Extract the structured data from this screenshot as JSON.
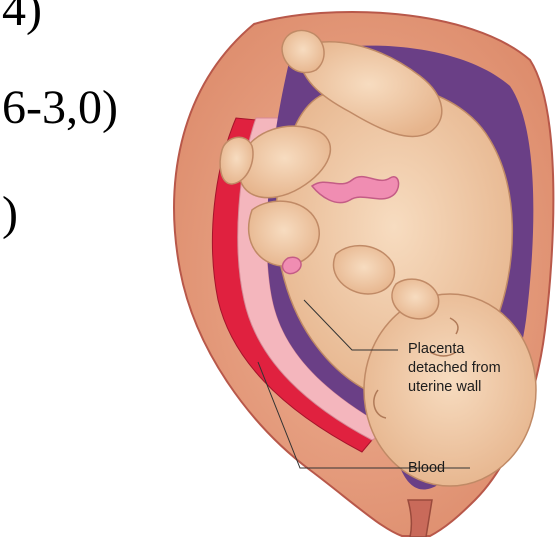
{
  "slide_fragments": [
    {
      "text": "4)"
    },
    {
      "text": "6-3,0)"
    },
    {
      "text": ")"
    }
  ],
  "labels": {
    "placenta_line1": "Placenta",
    "placenta_line2": "detached from",
    "placenta_line3": "uterine wall",
    "blood": "Blood"
  },
  "colors": {
    "uterus_wall": "#e8a17e",
    "uterus_outline": "#b8584a",
    "placenta": "#f4b6bd",
    "blood": "#e0213f",
    "amniotic_cavity": "#6a3f86",
    "fetus_skin": "#f1cfa8",
    "umbilical_cord": "#f08db2"
  }
}
